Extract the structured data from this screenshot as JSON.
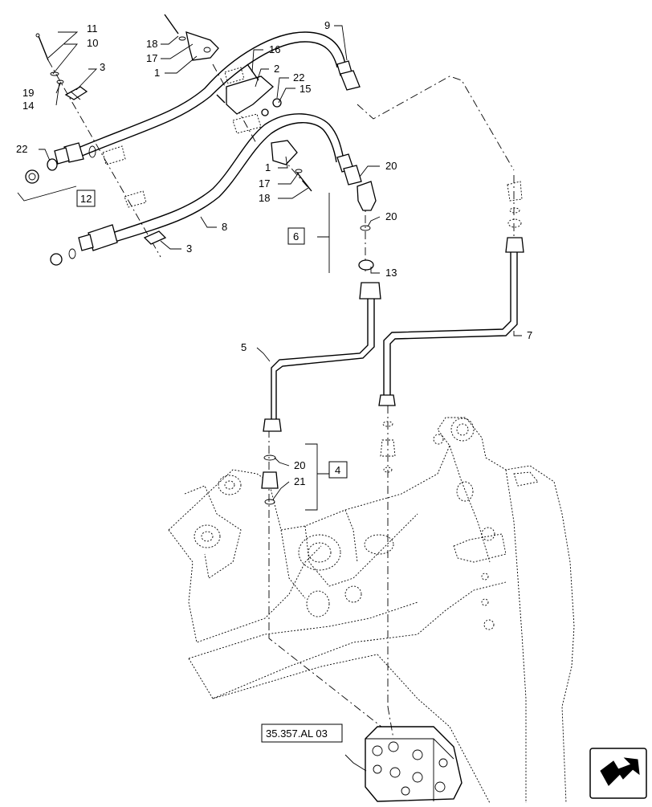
{
  "callouts": {
    "c1a": "1",
    "c1b": "1",
    "c2": "2",
    "c3a": "3",
    "c3b": "3",
    "c4": "4",
    "c5": "5",
    "c6": "6",
    "c7": "7",
    "c8": "8",
    "c9": "9",
    "c10": "10",
    "c11": "11",
    "c12": "12",
    "c13": "13",
    "c14": "14",
    "c15": "15",
    "c16": "16",
    "c17a": "17",
    "c17b": "17",
    "c18a": "18",
    "c18b": "18",
    "c19": "19",
    "c20a": "20",
    "c20b": "20",
    "c20c": "20",
    "c21": "21",
    "c22a": "22",
    "c22b": "22"
  },
  "reference": "35.357.AL 03",
  "nav_icon": "next-page-arrow-icon"
}
